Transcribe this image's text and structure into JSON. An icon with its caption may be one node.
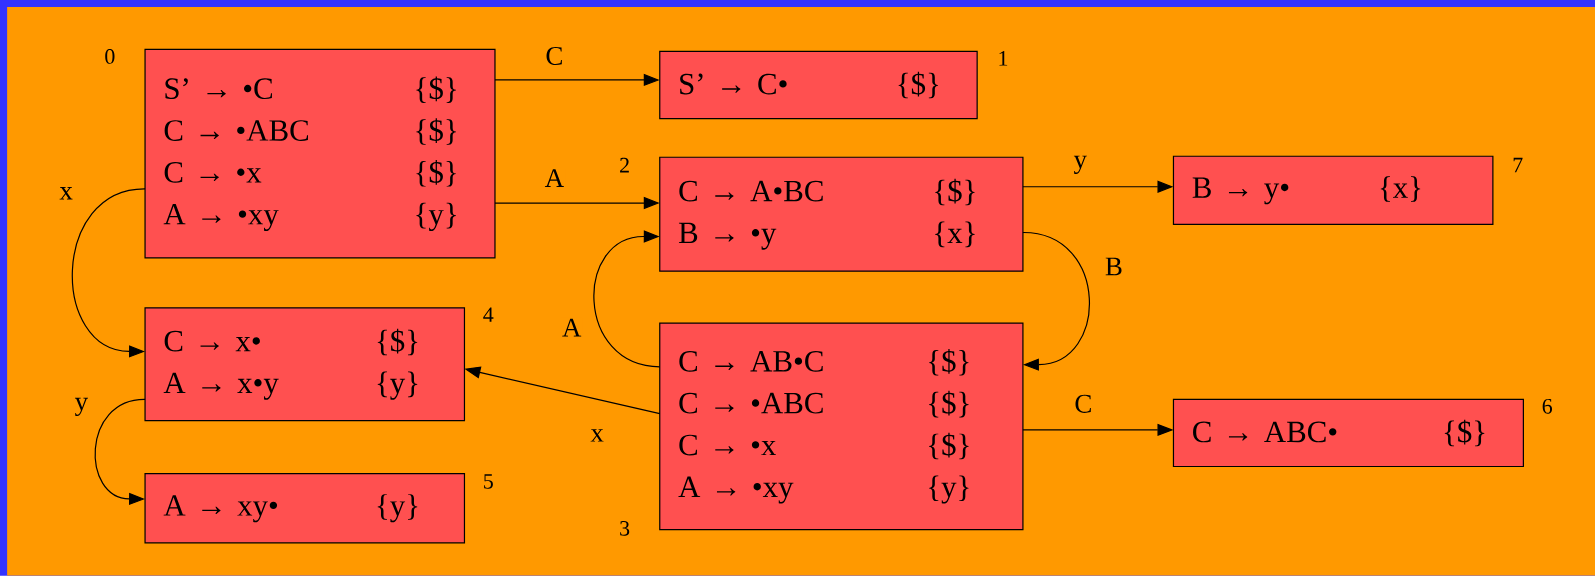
{
  "diagram": {
    "nodes": [
      {
        "text": [
          "S’ → •C",
          "{$}",
          "C → •ABC",
          "{$}",
          "C → •x",
          "{$}",
          "A → •xy",
          "{y}"
        ],
        "beside": [
          "0"
        ]
      },
      {
        "text": [
          "S’ → C•",
          "{$}"
        ],
        "beside": [
          "1"
        ]
      },
      {
        "text": [
          "C → A•BC",
          "{$}",
          "B → •y",
          "{x}"
        ],
        "beside": [
          "2"
        ]
      },
      {
        "text": [
          "C → AB•C",
          "{$}",
          "C → •ABC",
          "{$}",
          "C → •x",
          "{$}",
          "A → •xy",
          "{y}"
        ],
        "beside": [
          "3"
        ]
      },
      {
        "text": [
          "C → x•",
          "{$}",
          "A → x•y",
          "{y}"
        ],
        "beside": [
          "4"
        ]
      },
      {
        "text": [
          "A → xy•",
          "{y}"
        ],
        "beside": [
          "5"
        ]
      },
      {
        "text": [
          "C → ABC•",
          "{$}"
        ],
        "beside": [
          "6"
        ]
      },
      {
        "text": [
          "B → y•",
          "{x}"
        ],
        "beside": [
          "7"
        ]
      }
    ],
    "edges": [
      {
        "from": 0,
        "to": 1,
        "arrow": "to",
        "label": "C"
      },
      {
        "from": 0,
        "to": 2,
        "arrow": "to",
        "label": "A"
      },
      {
        "from": 0,
        "to": 4,
        "arrow": "to",
        "label": "x"
      },
      {
        "from": 2,
        "to": 7,
        "arrow": "to",
        "label": "y"
      },
      {
        "from": 2,
        "to": 3,
        "arrow": "to",
        "label": "B"
      },
      {
        "from": 3,
        "to": 2,
        "arrow": "to",
        "label": "A"
      },
      {
        "from": 3,
        "to": 4,
        "arrow": "to",
        "label": "x"
      },
      {
        "from": 3,
        "to": 6,
        "arrow": "to",
        "label": "C"
      },
      {
        "from": 4,
        "to": 5,
        "arrow": "to",
        "label": "y"
      }
    ]
  }
}
